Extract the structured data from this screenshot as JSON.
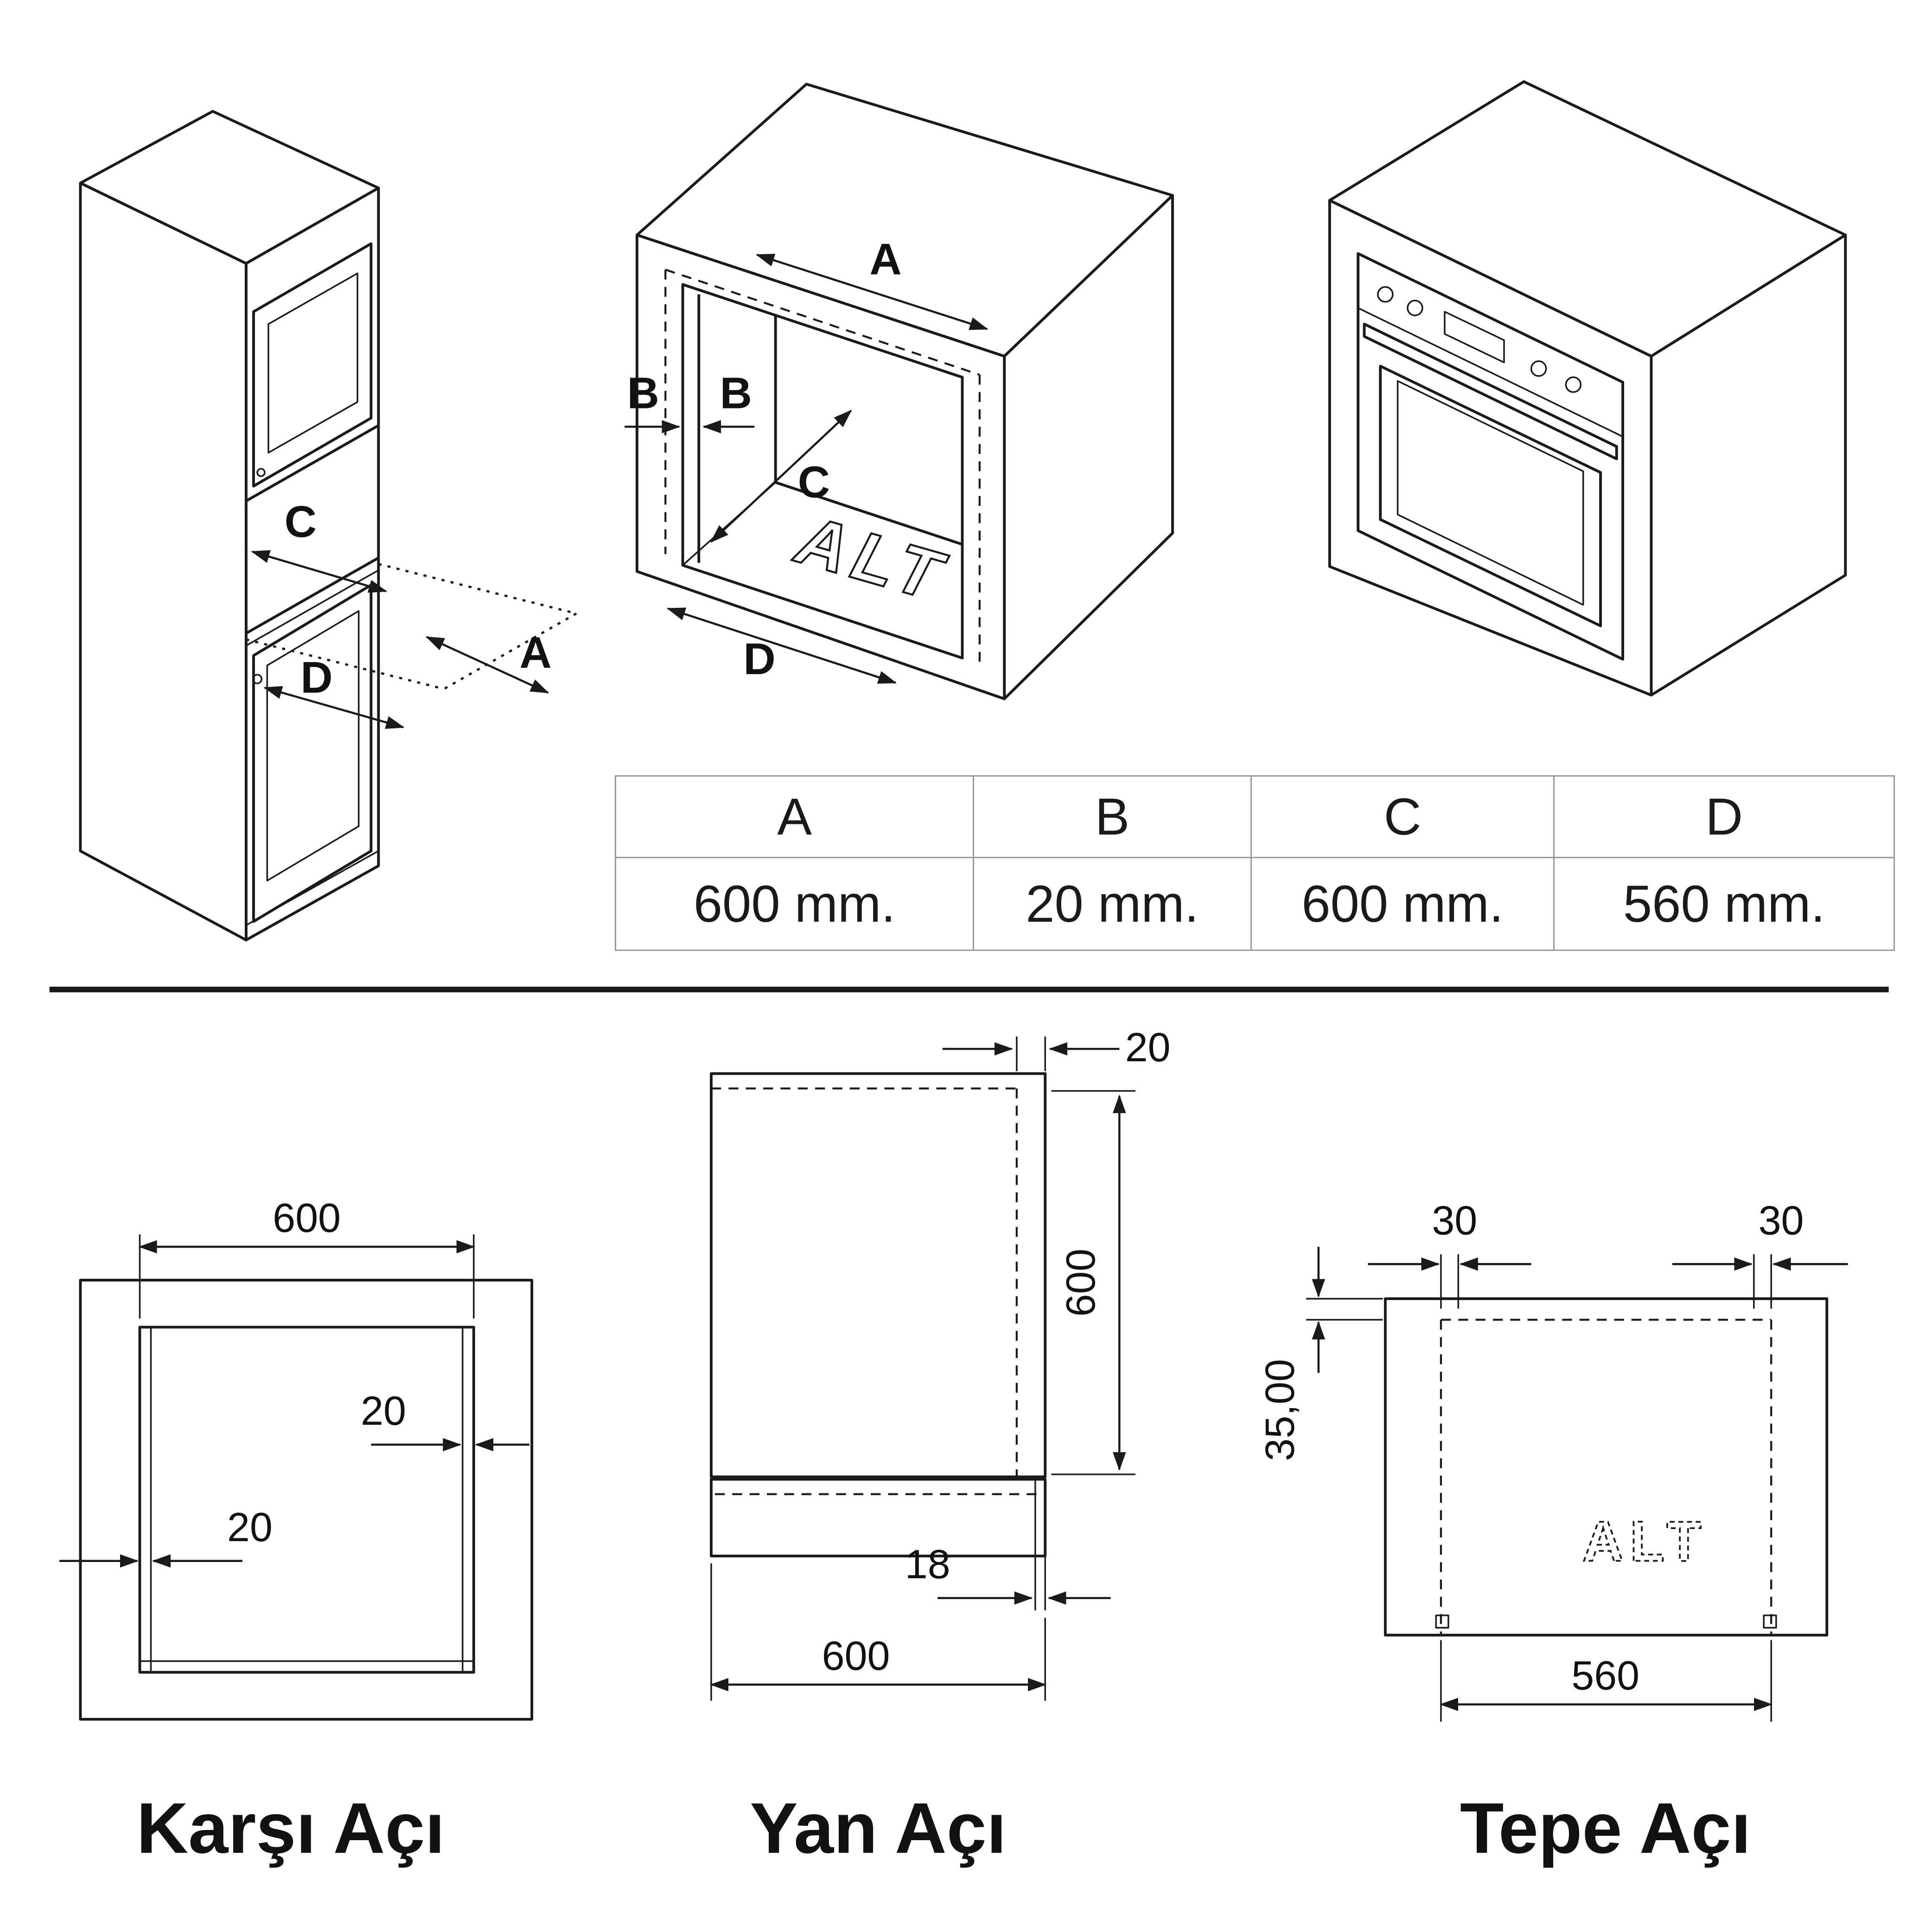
{
  "colors": {
    "line": "#1a1a1a",
    "table_border": "#999999"
  },
  "iso_cabinet": {
    "label_a": "A",
    "label_c": "C",
    "label_d": "D"
  },
  "iso_niche": {
    "label_a": "A",
    "label_b_left": "B",
    "label_b_right": "B",
    "label_c": "C",
    "label_d": "D",
    "floor_marking": "ALT"
  },
  "dims_table": {
    "headers": [
      "A",
      "B",
      "C",
      "D"
    ],
    "values": [
      "600 mm.",
      "20 mm.",
      "600 mm.",
      "560 mm."
    ]
  },
  "front_view": {
    "title": "Karşı Açı",
    "dim_width": "600",
    "dim_wall_right": "20",
    "dim_wall_left": "20"
  },
  "side_view": {
    "title": "Yan Açı",
    "dim_back_panel": "20",
    "dim_height": "600",
    "dim_base_panel": "18",
    "dim_depth": "600"
  },
  "top_view": {
    "title": "Tepe Açı",
    "dim_side_gap_left": "30",
    "dim_side_gap_right": "30",
    "dim_front_gap": "35,00",
    "dim_inner_width": "560",
    "floor_marking": "ALT"
  }
}
